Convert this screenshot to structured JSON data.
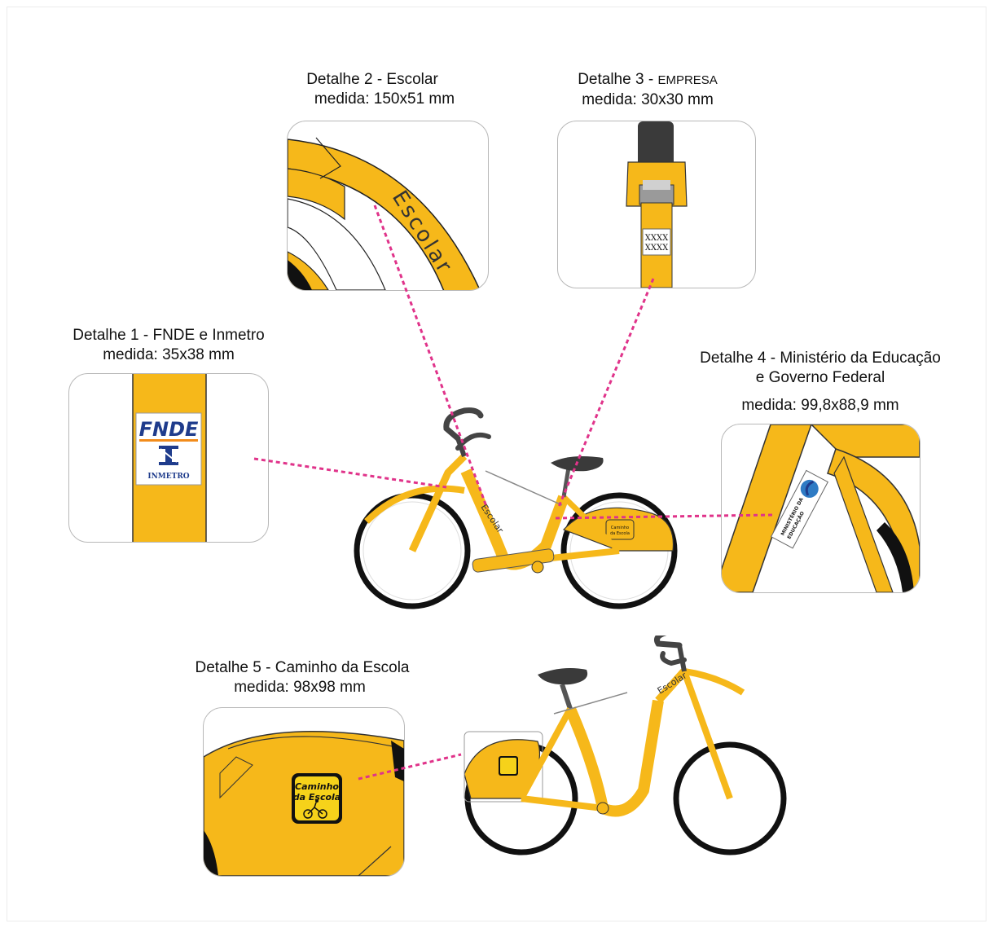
{
  "details": [
    {
      "title": "Detalhe 1 - FNDE e Inmetro",
      "size": "medida: 35x38 mm"
    },
    {
      "title": "Detalhe 2 - Escolar",
      "size": "medida: 150x51 mm"
    },
    {
      "title_prefix": "Detalhe 3 - ",
      "title_suffix": "EMPRESA",
      "size": "medida: 30x30 mm"
    },
    {
      "title_line1": "Detalhe 4 - Ministério da Educação",
      "title_line2": "e Governo Federal",
      "size": "medida: 99,8x88,9 mm"
    },
    {
      "title": "Detalhe 5 - Caminho da Escola",
      "size": "medida: 98x98 mm"
    }
  ],
  "decals": {
    "fnde": "FNDE",
    "inmetro": "INMETRO",
    "escolar": "Escolar",
    "empresa_line1": "XXXX",
    "empresa_line2": "XXXX",
    "caminho_line1": "Caminho",
    "caminho_line2": "da Escola",
    "ministerio_line1": "MINISTÉRIO DA",
    "ministerio_line2": "EDUCAÇÃO"
  },
  "colors": {
    "bike_yellow": "#F6B81A",
    "leader_lines": "#E0338A",
    "tire": "#111111",
    "fnde_blue": "#1F3C8C",
    "fnde_orange": "#F28C1B"
  }
}
